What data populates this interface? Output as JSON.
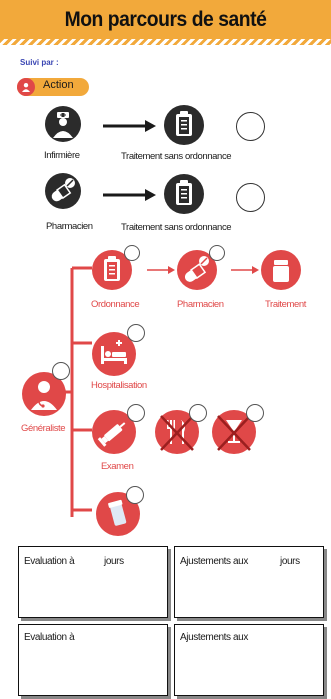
{
  "header": {
    "title": "Mon parcours de santé"
  },
  "suivi_label": "Suivi par :",
  "action": {
    "label": "Action"
  },
  "direct_paths": [
    {
      "from": "Infirmière",
      "to": "Traitement sans ordonnance"
    },
    {
      "from": "Pharmacien",
      "to": "Traitement sans ordonnance"
    }
  ],
  "generaliste": {
    "label": "Généraliste",
    "branches": {
      "ordonnance": "Ordonnance",
      "pharmacien": "Pharmacien",
      "traitement": "Traitement",
      "hospitalisation": "Hospitalisation",
      "examen": "Examen"
    }
  },
  "boxes": [
    {
      "left": "Evaluation à",
      "right": "jours"
    },
    {
      "left": "Ajustements aux",
      "right": "jours"
    },
    {
      "left": "Evaluation à",
      "right": ""
    },
    {
      "left": "Ajustements aux",
      "right": ""
    }
  ],
  "colors": {
    "accent": "#f2a93b",
    "red": "#e04848",
    "dark": "#2b2b2b"
  }
}
